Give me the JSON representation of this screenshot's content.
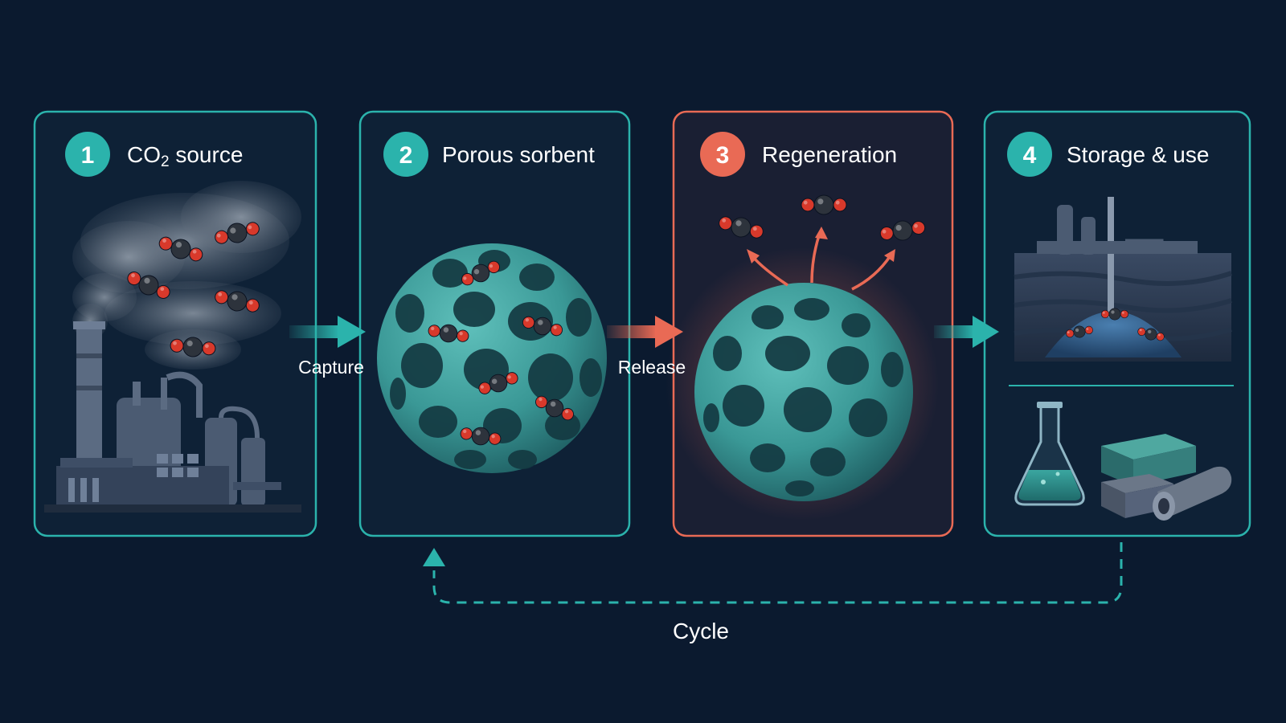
{
  "steps": [
    {
      "number": "1",
      "title_main": "CO",
      "title_sub": "2",
      "title_rest": " source",
      "accent": "#2bb3ac"
    },
    {
      "number": "2",
      "title_main": "Porous sorbent",
      "title_sub": "",
      "title_rest": "",
      "accent": "#2bb3ac"
    },
    {
      "number": "3",
      "title_main": "Regeneration",
      "title_sub": "",
      "title_rest": "",
      "accent": "#e96a55"
    },
    {
      "number": "4",
      "title_main": "Storage & use",
      "title_sub": "",
      "title_rest": "",
      "accent": "#2bb3ac"
    }
  ],
  "arrows": {
    "capture": "Capture",
    "release": "Release",
    "cycle": "Cycle"
  },
  "colors": {
    "background": "#0b1a2f",
    "teal": "#2bb3ac",
    "coral": "#e96a55",
    "sorbent": "#3f9a98",
    "carbon": "#2d333c",
    "oxygen": "#d8392b",
    "text": "#ffffff"
  }
}
